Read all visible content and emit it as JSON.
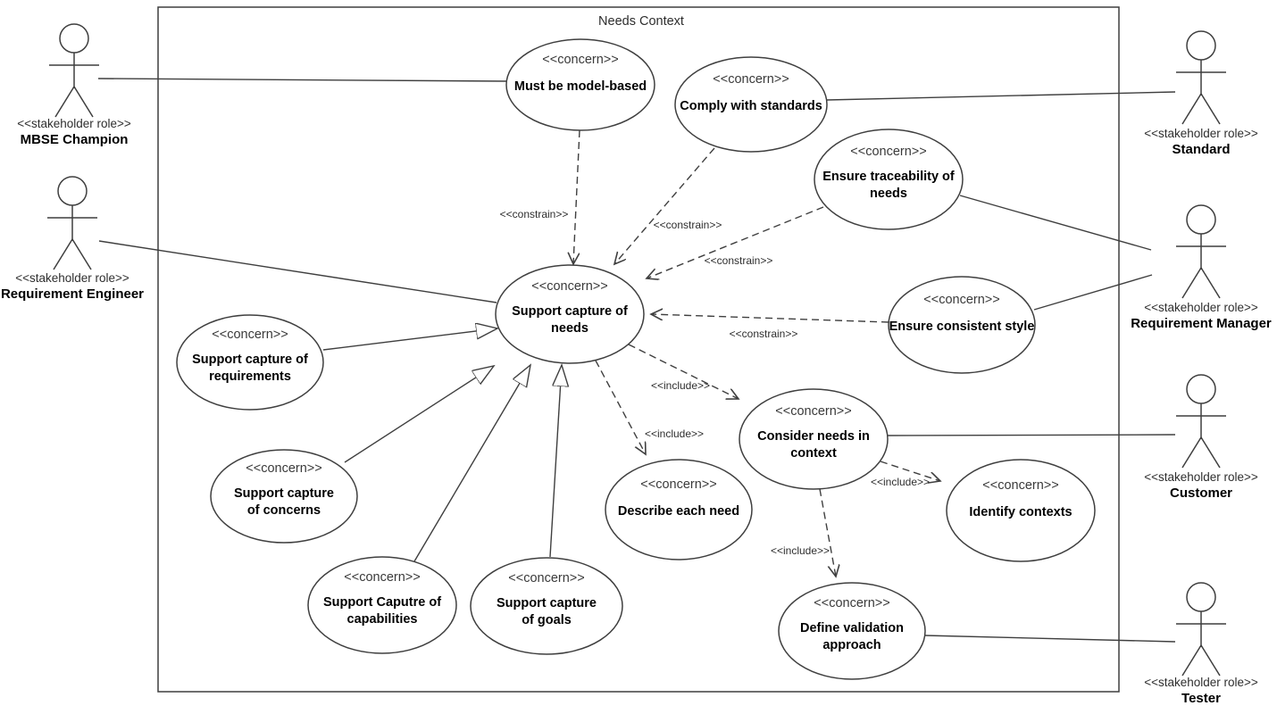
{
  "diagram": {
    "title": "Needs Context"
  },
  "actors": [
    {
      "id": "mbse-champion",
      "stereotype": "<<stakeholder role>>",
      "name": "MBSE Champion"
    },
    {
      "id": "requirement-engineer",
      "stereotype": "<<stakeholder role>>",
      "name": "Requirement Engineer"
    },
    {
      "id": "standard",
      "stereotype": "<<stakeholder role>>",
      "name": "Standard"
    },
    {
      "id": "requirement-manager",
      "stereotype": "<<stakeholder role>>",
      "name": "Requirement Manager"
    },
    {
      "id": "customer",
      "stereotype": "<<stakeholder role>>",
      "name": "Customer"
    },
    {
      "id": "tester",
      "stereotype": "<<stakeholder role>>",
      "name": "Tester"
    }
  ],
  "concerns": [
    {
      "id": "must-be-model-based",
      "stereotype": "<<concern>>",
      "lines": [
        "Must be model-based"
      ]
    },
    {
      "id": "comply-with-standards",
      "stereotype": "<<concern>>",
      "lines": [
        "Comply with standards"
      ]
    },
    {
      "id": "ensure-traceability-of-needs",
      "stereotype": "<<concern>>",
      "lines": [
        "Ensure traceability of",
        "needs"
      ]
    },
    {
      "id": "ensure-consistent-style",
      "stereotype": "<<concern>>",
      "lines": [
        "Ensure consistent style"
      ]
    },
    {
      "id": "support-capture-of-needs",
      "stereotype": "<<concern>>",
      "lines": [
        "Support capture of",
        "needs"
      ]
    },
    {
      "id": "support-capture-of-requirements",
      "stereotype": "<<concern>>",
      "lines": [
        "Support capture of",
        "requirements"
      ]
    },
    {
      "id": "support-capture-of-concerns",
      "stereotype": "<<concern>>",
      "lines": [
        "Support capture",
        "of concerns"
      ]
    },
    {
      "id": "support-caputre-of-capabilities",
      "stereotype": "<<concern>>",
      "lines": [
        "Support Caputre of",
        "capabilities"
      ]
    },
    {
      "id": "support-capture-of-goals",
      "stereotype": "<<concern>>",
      "lines": [
        "Support capture",
        "of goals"
      ]
    },
    {
      "id": "describe-each-need",
      "stereotype": "<<concern>>",
      "lines": [
        "Describe each need"
      ]
    },
    {
      "id": "consider-needs-in-context",
      "stereotype": "<<concern>>",
      "lines": [
        "Consider needs in",
        "context"
      ]
    },
    {
      "id": "identify-contexts",
      "stereotype": "<<concern>>",
      "lines": [
        "Identify contexts"
      ]
    },
    {
      "id": "define-validation-approach",
      "stereotype": "<<concern>>",
      "lines": [
        "Define validation",
        "approach"
      ]
    }
  ],
  "relationships": {
    "constrains": [
      {
        "label": "<<constrain>>",
        "from": "Must be model-based",
        "to": "Support capture of needs"
      },
      {
        "label": "<<constrain>>",
        "from": "Comply with standards",
        "to": "Support capture of needs"
      },
      {
        "label": "<<constrain>>",
        "from": "Ensure traceability of needs",
        "to": "Support capture of needs"
      },
      {
        "label": "<<constrain>>",
        "from": "Ensure consistent style",
        "to": "Support capture of needs"
      }
    ],
    "includes": [
      {
        "label": "<<include>>",
        "from": "Support capture of needs",
        "to": "Consider needs in context"
      },
      {
        "label": "<<include>>",
        "from": "Support capture of needs",
        "to": "Describe each need"
      },
      {
        "label": "<<include>>",
        "from": "Consider needs in context",
        "to": "Identify contexts"
      },
      {
        "label": "<<include>>",
        "from": "Consider needs in context",
        "to": "Define validation approach"
      }
    ],
    "associations": [
      {
        "from": "MBSE Champion",
        "to": "Must be model-based"
      },
      {
        "from": "Requirement Engineer",
        "to": "Support capture of needs"
      },
      {
        "from": "Comply with standards",
        "to": "Standard"
      },
      {
        "from": "Ensure traceability of needs",
        "to": "Requirement Manager"
      },
      {
        "from": "Ensure consistent style",
        "to": "Requirement Manager"
      },
      {
        "from": "Consider needs in context",
        "to": "Customer"
      },
      {
        "from": "Define validation approach",
        "to": "Tester"
      }
    ],
    "generalizations": [
      {
        "from": "Support capture of requirements",
        "to": "Support capture of needs"
      },
      {
        "from": "Support capture of concerns",
        "to": "Support capture of needs"
      },
      {
        "from": "Support Caputre of capabilities",
        "to": "Support capture of needs"
      },
      {
        "from": "Support capture of goals",
        "to": "Support capture of needs"
      }
    ]
  },
  "colors": {
    "line": "#3f3f3f",
    "name_text": "#000000",
    "stereotype_text": "#3a3a3a",
    "background": "#ffffff"
  }
}
